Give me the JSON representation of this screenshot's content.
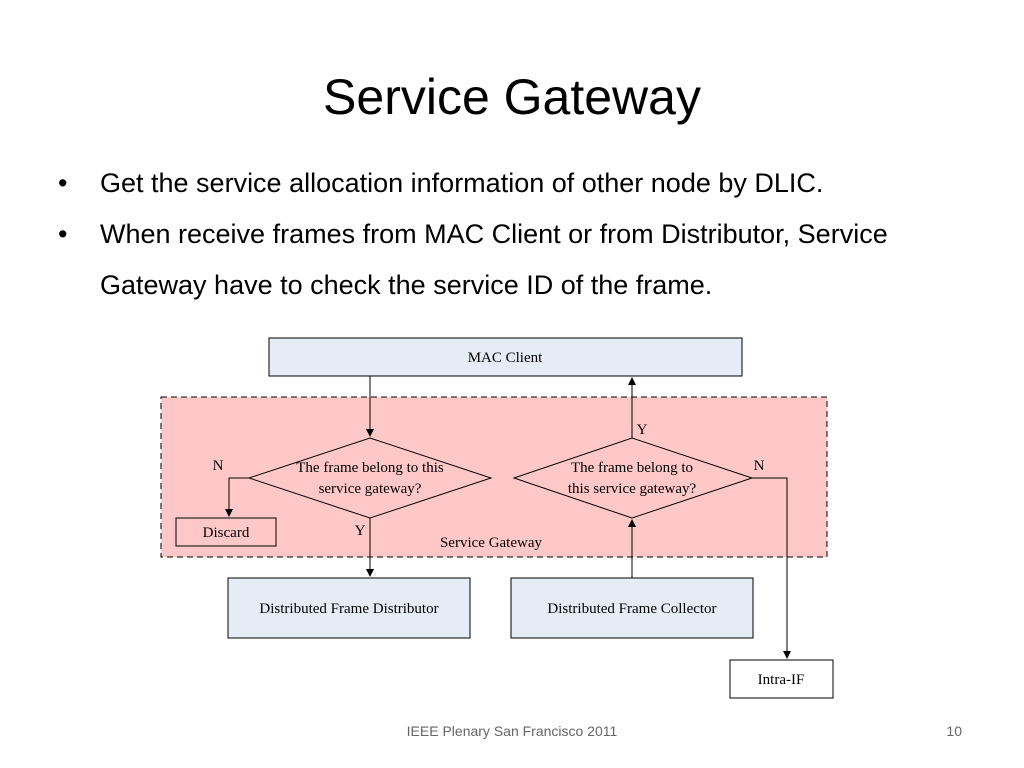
{
  "slide": {
    "title": "Service Gateway",
    "bullets": [
      "Get the service allocation information of other node by DLIC.",
      "When receive frames from MAC Client or from Distributor, Service Gateway have to check the service ID of the frame."
    ],
    "bullet_glyph": "•",
    "footer": "IEEE Plenary San Francisco 2011",
    "page_number": "10"
  },
  "diagram": {
    "region_label": "Service Gateway",
    "region_color": "#ffc8c8",
    "box_color": "#e6ecf6",
    "mac_client": "MAC Client",
    "decision_left": [
      "The frame belong to this",
      "service gateway?"
    ],
    "decision_right": [
      "The frame belong to",
      "this service gateway?"
    ],
    "discard": "Discard",
    "distributor": "Distributed Frame Distributor",
    "collector": "Distributed Frame Collector",
    "intra_if": "Intra-IF",
    "label_yes": "Y",
    "label_no": "N"
  }
}
